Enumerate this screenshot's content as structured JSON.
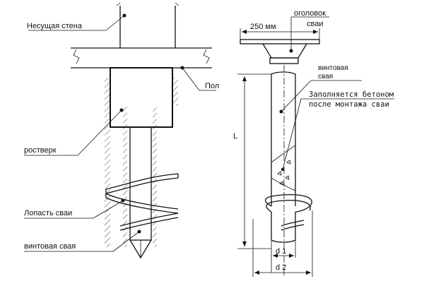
{
  "left": {
    "bearing_wall": "Несущая стена",
    "floor": "Пол",
    "pile_cap": "ростверк",
    "pile_blade": "Лопасть сваи",
    "screw_pile": "винтовая свая"
  },
  "right": {
    "width": "250 мм",
    "head_line1": "оголовок",
    "head_line2": "сваи",
    "pile_line1": "винтовая",
    "pile_line2": "свая",
    "fill_line1": "Заполняется бетоном",
    "fill_line2": "после монтажа сваи",
    "length": "L",
    "d1": "d 1",
    "d2": "d 2"
  }
}
